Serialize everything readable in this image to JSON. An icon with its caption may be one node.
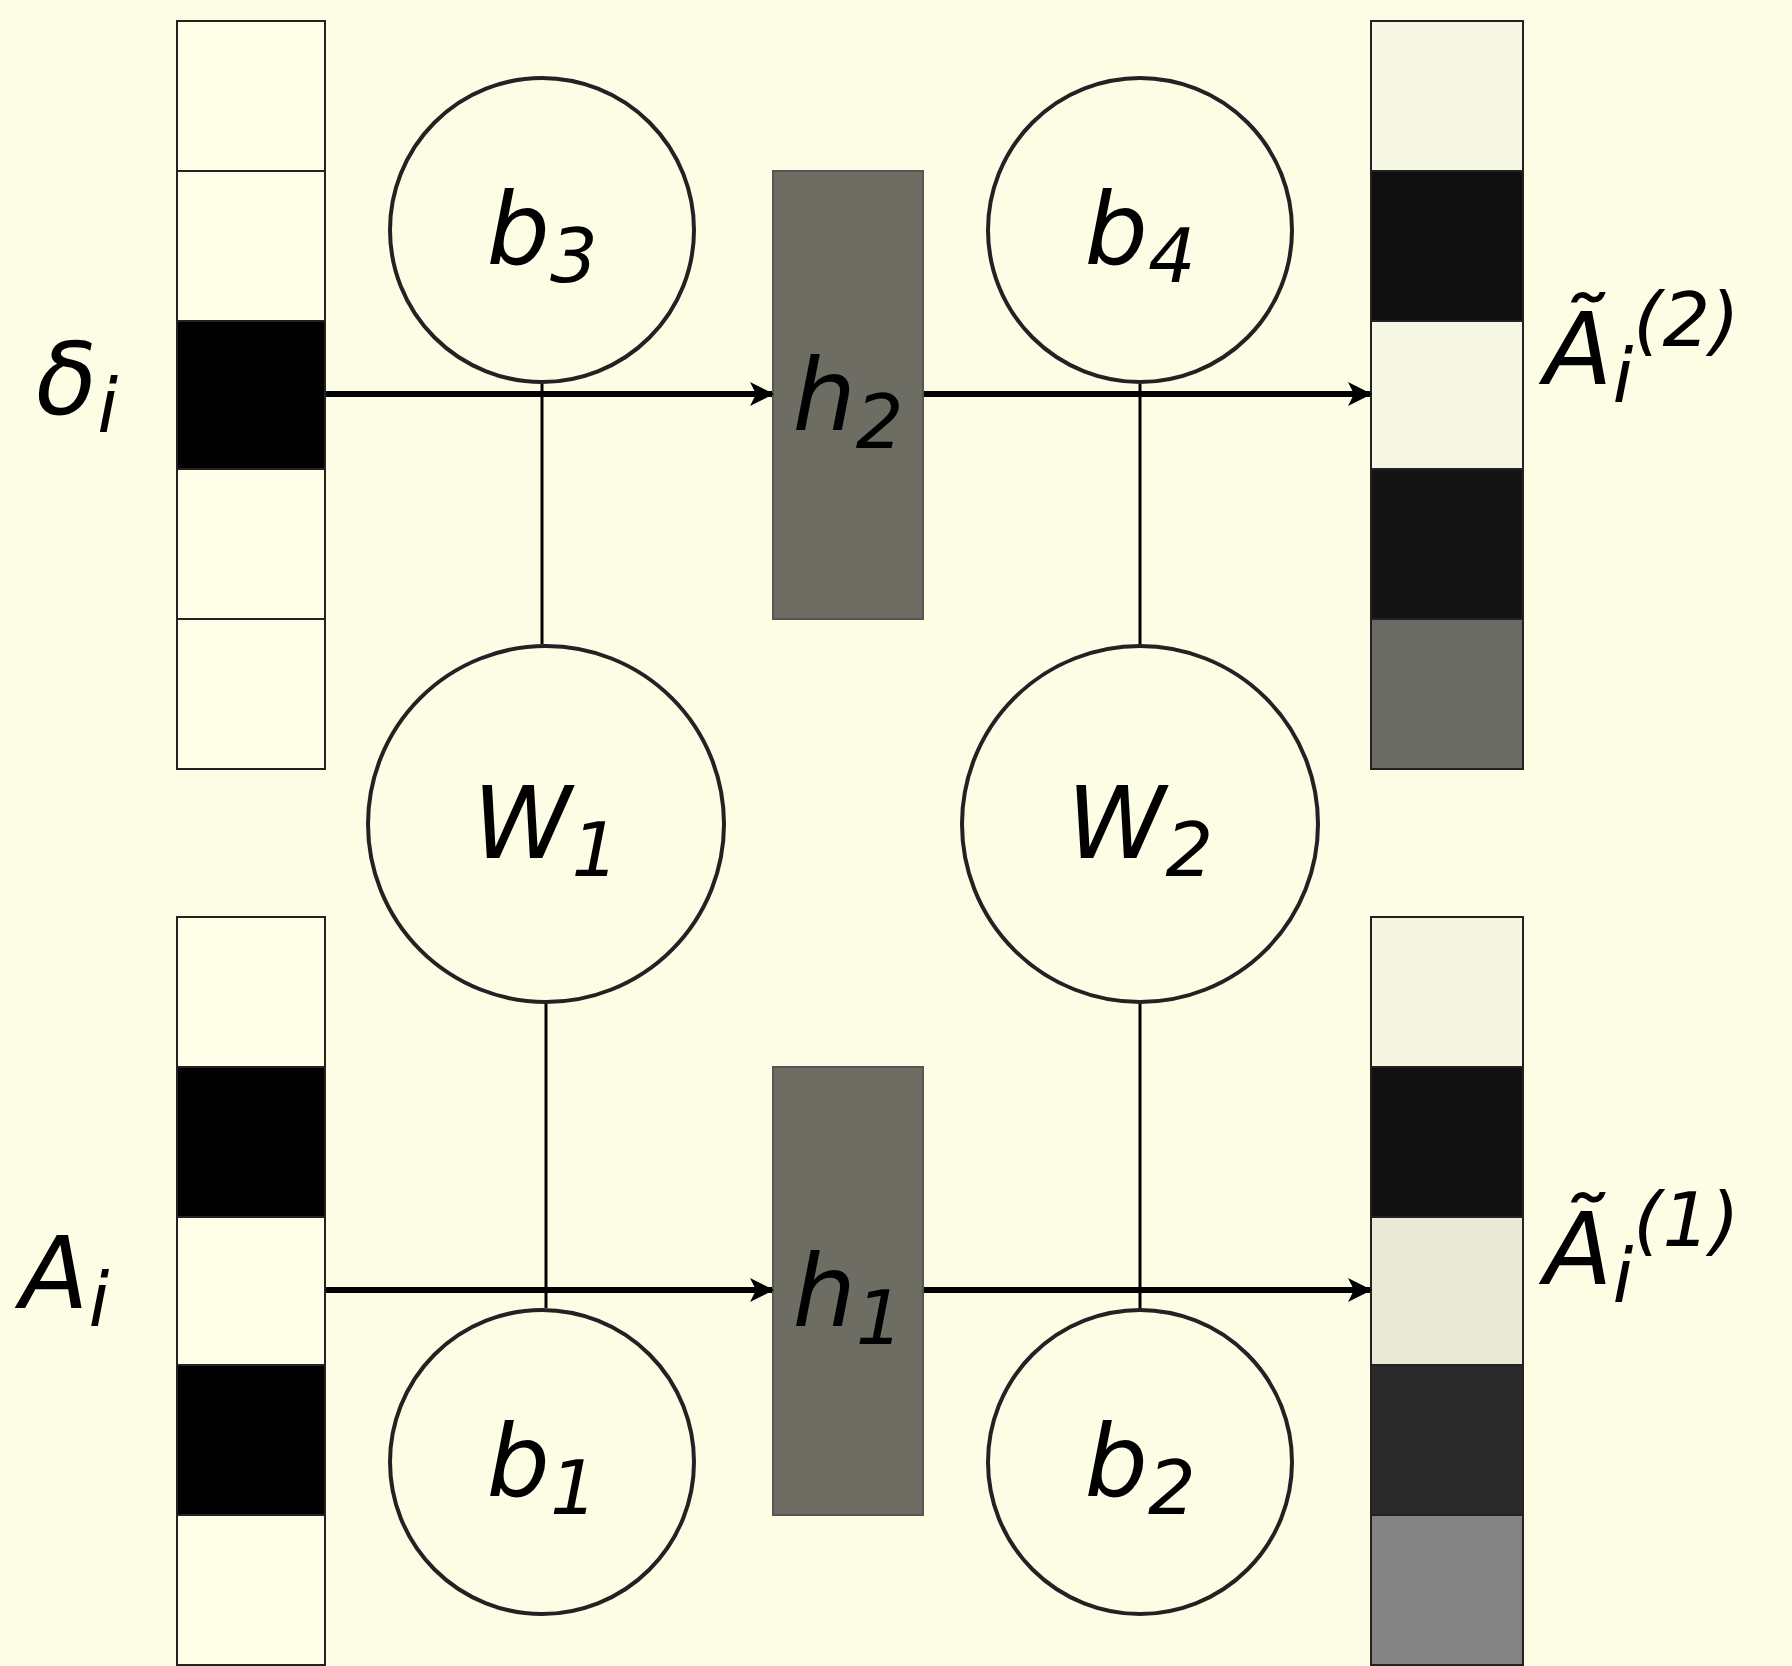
{
  "diagram": {
    "nodes": [
      {
        "text": [],
        "shape": "bar",
        "beside": [
          "δ$_{i}$"
        ]
      },
      {
        "text": [
          "b$_{3}$"
        ]
      },
      {
        "text": [
          "h$_{2}$"
        ]
      },
      {
        "text": [
          "b$_{4}$"
        ]
      },
      {
        "text": [],
        "shape": "bar",
        "beside": [
          "Ã$_{i}$$^{(2)}$"
        ]
      },
      {
        "text": [
          "W$_{1}$"
        ]
      },
      {
        "text": [
          "W$_{2}$"
        ]
      },
      {
        "text": [],
        "shape": "bar",
        "beside": [
          "A$_{i}$"
        ]
      },
      {
        "text": [
          "b$_{1}$"
        ]
      },
      {
        "text": [
          "h$_{1}$"
        ]
      },
      {
        "text": [
          "b$_{2}$"
        ]
      },
      {
        "text": [],
        "shape": "bar",
        "beside": [
          "Ã$_{i}$$^{(1)}$"
        ]
      }
    ],
    "edges": [
      {
        "from": 0,
        "to": 2,
        "arrow": "to",
        "style": "thick"
      },
      {
        "from": 2,
        "to": 4,
        "arrow": "to",
        "style": "thick"
      },
      {
        "from": 7,
        "to": 9,
        "arrow": "to",
        "style": "thick"
      },
      {
        "from": 9,
        "to": 11,
        "arrow": "to",
        "style": "thick"
      },
      {
        "from": 1,
        "to": 5,
        "arrow": "none"
      },
      {
        "from": 5,
        "to": 8,
        "arrow": "none"
      },
      {
        "from": 3,
        "to": 6,
        "arrow": "none"
      },
      {
        "from": 6,
        "to": 10,
        "arrow": "none"
      }
    ]
  }
}
